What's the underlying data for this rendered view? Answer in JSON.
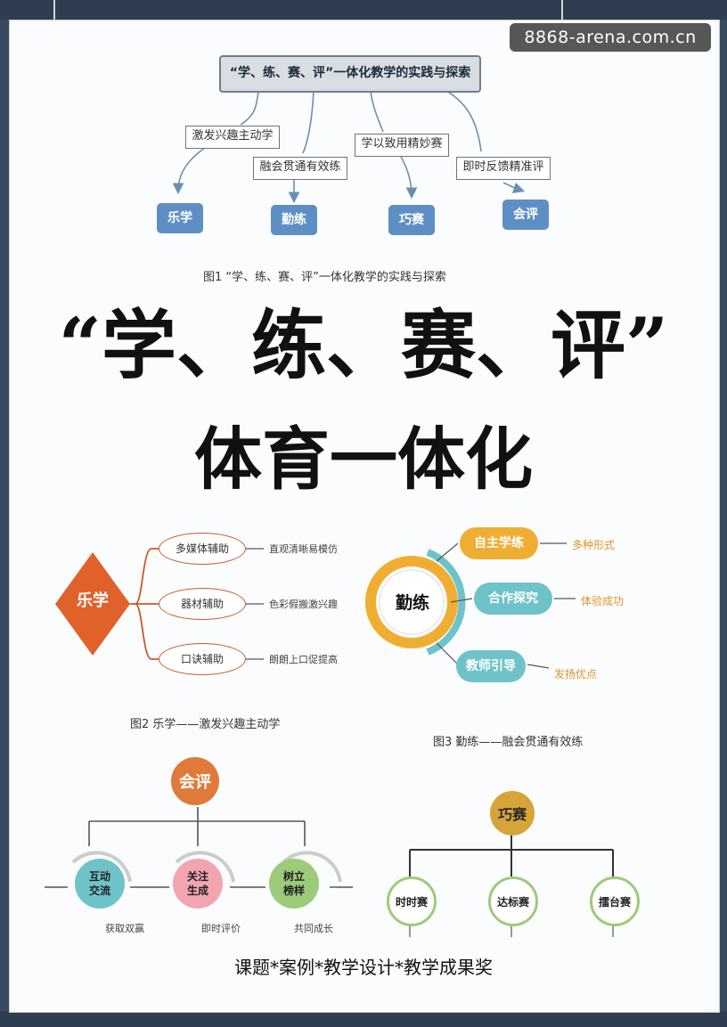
{
  "watermark": "8868-arena.com.cn",
  "fig1": {
    "title": "“学、练、赛、评”一体化教学的实践与探索",
    "boxes": [
      "激发兴趣主动学",
      "融会贯通有效练",
      "学以致用精妙赛",
      "即时反馈精准评"
    ],
    "pills": [
      "乐学",
      "勤练",
      "巧赛",
      "会评"
    ],
    "caption": "图1  “学、练、赛、评”一体化教学的实践与探索"
  },
  "headline": {
    "line1": "“学、练、赛、评”",
    "line2": "体育一体化"
  },
  "fig2": {
    "hub": "乐学",
    "items": [
      {
        "label": "多媒体辅助",
        "detail": "直观清晰易模仿"
      },
      {
        "label": "器材辅助",
        "detail": "色彩假搬激兴趣"
      },
      {
        "label": "口诀辅助",
        "detail": "朗朗上口促提高"
      }
    ],
    "caption": "图2  乐学——激发兴趣主动学"
  },
  "fig3": {
    "hub": "勤练",
    "items": [
      {
        "label": "自主学练",
        "detail": "多种形式"
      },
      {
        "label": "合作探究",
        "detail": "体验成功"
      },
      {
        "label": "教师引导",
        "detail": "发扬优点"
      }
    ],
    "caption": "图3  勤练——融会贯通有效练"
  },
  "fig4": {
    "hub": "会评",
    "items": [
      {
        "label": "互动\n交流",
        "detail": "获取双赢"
      },
      {
        "label": "关注\n生成",
        "detail": "即时评价"
      },
      {
        "label": "树立\n榜样",
        "detail": "共同成长"
      }
    ]
  },
  "fig5": {
    "hub": "巧赛",
    "items": [
      "时时赛",
      "达标赛",
      "擂台赛"
    ]
  },
  "footer": "课题*案例*教学设计*教学成果奖",
  "colors": {
    "pill_blue": "#5d8fc4",
    "orange": "#e07a3a",
    "diamond": "#e0622a",
    "amber": "#efae32",
    "teal": "#6ec3c9",
    "pink": "#f2a5b0",
    "green": "#9ccb7a",
    "gold": "#d7a43a"
  }
}
